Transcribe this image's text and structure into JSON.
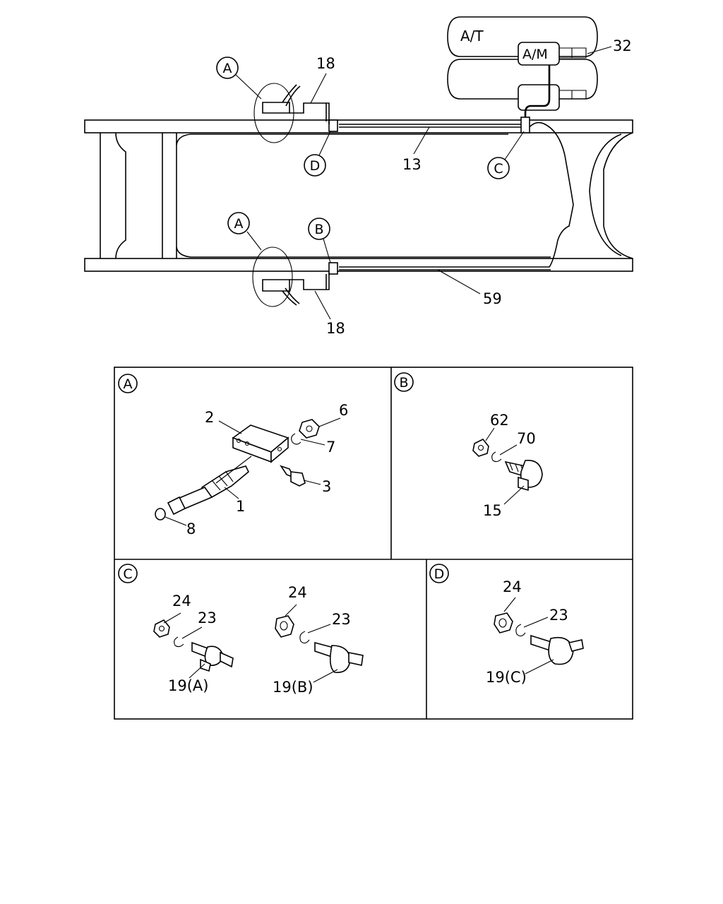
{
  "overview": {
    "tank_at": "A/T",
    "tank_am": "A/M",
    "callouts": {
      "a_top": "A",
      "a_bottom": "A",
      "b": "B",
      "c": "C",
      "d": "D"
    },
    "labels": {
      "p18_top": "18",
      "p18_bottom": "18",
      "p13": "13",
      "p59": "59",
      "p32": "32"
    }
  },
  "detail_a": {
    "tag": "A",
    "labels": {
      "p2": "2",
      "p6": "6",
      "p7": "7",
      "p3": "3",
      "p1": "1",
      "p8": "8"
    }
  },
  "detail_b": {
    "tag": "B",
    "labels": {
      "p62": "62",
      "p70": "70",
      "p15": "15"
    }
  },
  "detail_c": {
    "tag": "C",
    "labels": {
      "p24_left": "24",
      "p23_left": "23",
      "p19a": "19(A)",
      "p24_right": "24",
      "p23_right": "23",
      "p19b": "19(B)"
    }
  },
  "detail_d": {
    "tag": "D",
    "labels": {
      "p24": "24",
      "p23": "23",
      "p19c": "19(C)"
    }
  }
}
